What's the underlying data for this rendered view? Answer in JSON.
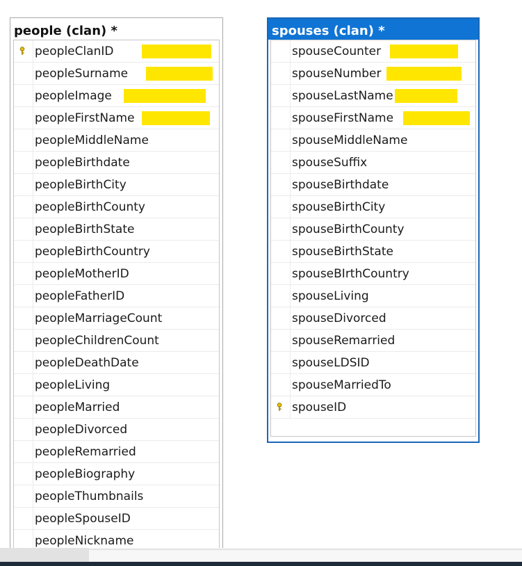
{
  "colors": {
    "highlight": "#ffe600",
    "selected_title_bg": "#0f74d4",
    "selected_border": "#1a66b8",
    "key_icon": "#e8c200"
  },
  "people_table": {
    "title": "people (clan) *",
    "columns": [
      {
        "name": "peopleClanID",
        "primary_key": true,
        "redacted": true
      },
      {
        "name": "peopleSurname",
        "redacted": true
      },
      {
        "name": "peopleImage",
        "redacted": true
      },
      {
        "name": "peopleFirstName",
        "redacted": true
      },
      {
        "name": "peopleMiddleName"
      },
      {
        "name": "peopleBirthdate"
      },
      {
        "name": "peopleBirthCity"
      },
      {
        "name": "peopleBirthCounty"
      },
      {
        "name": "peopleBirthState"
      },
      {
        "name": "peopleBirthCountry"
      },
      {
        "name": "peopleMotherID"
      },
      {
        "name": "peopleFatherID"
      },
      {
        "name": "peopleMarriageCount"
      },
      {
        "name": "peopleChildrenCount"
      },
      {
        "name": "peopleDeathDate"
      },
      {
        "name": "peopleLiving"
      },
      {
        "name": "peopleMarried"
      },
      {
        "name": "peopleDivorced"
      },
      {
        "name": "peopleRemarried"
      },
      {
        "name": "peopleBiography"
      },
      {
        "name": "peopleThumbnails"
      },
      {
        "name": "peopleSpouseID"
      },
      {
        "name": "peopleNickname"
      }
    ]
  },
  "spouses_table": {
    "title": "spouses (clan) *",
    "columns": [
      {
        "name": "spouseCounter",
        "redacted": true
      },
      {
        "name": "spouseNumber",
        "redacted": true
      },
      {
        "name": "spouseLastName",
        "redacted": true
      },
      {
        "name": "spouseFirstName",
        "redacted": true
      },
      {
        "name": "spouseMiddleName"
      },
      {
        "name": "spouseSuffix"
      },
      {
        "name": "spouseBirthdate"
      },
      {
        "name": "spouseBirthCity"
      },
      {
        "name": "spouseBirthCounty"
      },
      {
        "name": "spouseBirthState"
      },
      {
        "name": "spouseBIrthCountry"
      },
      {
        "name": "spouseLiving"
      },
      {
        "name": "spouseDivorced"
      },
      {
        "name": "spouseRemarried"
      },
      {
        "name": "spouseLDSID"
      },
      {
        "name": "spouseMarriedTo"
      },
      {
        "name": "spouseID",
        "primary_key": true
      }
    ]
  }
}
